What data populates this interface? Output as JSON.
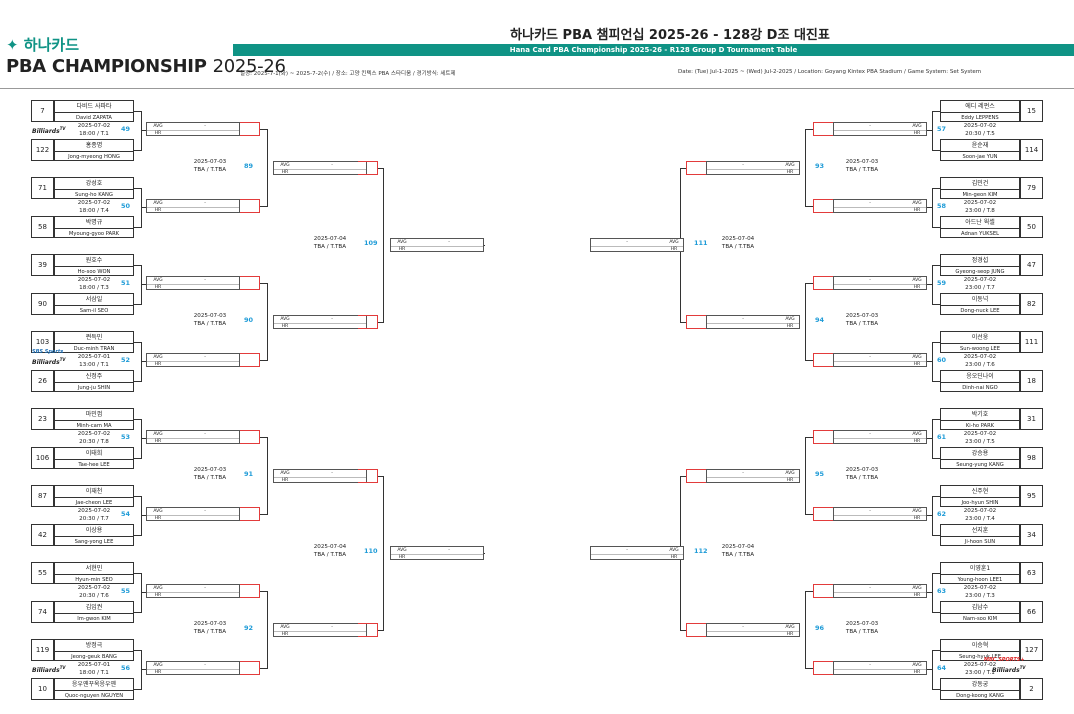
{
  "header": {
    "title": "하나카드 PBA 챔피언십 2025-26 - 128강 D조 대진표",
    "subtitle": "Hana Card PBA Championship 2025-26 - R128 Group D Tournament Table",
    "brand_kr": "하나카드",
    "brand_en": "PBA CHAMPIONSHIP",
    "brand_year": "2025-26",
    "info_kr": "일정: 2025-7-1(화) ~ 2025-7-2(수) / 장소: 고양 킨텍스 PBA 스타디움 / 경기방식: 세트제",
    "info_en": "Date: (Tue) Jul-1-2025 ~ (Wed) Jul-2-2025 / Location: Goyang Kintex PBA Stadium / Game System: Set System",
    "accent": "#0f9385",
    "match_no_color": "#1e9bd7",
    "winner_box_color": "#e23b3b"
  },
  "labels": {
    "avg": "AVG",
    "hr": "HR",
    "dash": "-",
    "tba": "TBA / T.TBA"
  },
  "logos": {
    "billiards": "Billiards",
    "tv": "TV",
    "sbs": "SBS Sports",
    "mbc": "MBC SPORTS+"
  },
  "left_matches": [
    {
      "no": "49",
      "date": "2025-07-02",
      "time": "18:00 / T.1",
      "logo": "billiards",
      "p1": {
        "seed": "7",
        "kr": "다비드 사파타",
        "en": "David ZAPATA"
      },
      "p2": {
        "seed": "122",
        "kr": "홍종명",
        "en": "Jong-myeong HONG"
      }
    },
    {
      "no": "50",
      "date": "2025-07-02",
      "time": "18:00 / T.4",
      "logo": "",
      "p1": {
        "seed": "71",
        "kr": "강성호",
        "en": "Sung-ho KANG"
      },
      "p2": {
        "seed": "58",
        "kr": "박명규",
        "en": "Myoung-gyoo PARK"
      }
    },
    {
      "no": "51",
      "date": "2025-07-02",
      "time": "18:00 / T.3",
      "logo": "",
      "p1": {
        "seed": "39",
        "kr": "원호수",
        "en": "Ho-soo WON"
      },
      "p2": {
        "seed": "90",
        "kr": "서삼일",
        "en": "Sam-il SEO"
      }
    },
    {
      "no": "52",
      "date": "2025-07-01",
      "time": "13:00 / T.1",
      "logo": "sbs",
      "p1": {
        "seed": "103",
        "kr": "쩐득민",
        "en": "Duc-minh TRAN"
      },
      "p2": {
        "seed": "26",
        "kr": "신정주",
        "en": "Jung-ju SHIN"
      }
    },
    {
      "no": "53",
      "date": "2025-07-02",
      "time": "20:30 / T.8",
      "logo": "",
      "p1": {
        "seed": "23",
        "kr": "마민껌",
        "en": "Minh-cam MA"
      },
      "p2": {
        "seed": "106",
        "kr": "이태희",
        "en": "Tae-hee LEE"
      }
    },
    {
      "no": "54",
      "date": "2025-07-02",
      "time": "20:30 / T.7",
      "logo": "",
      "p1": {
        "seed": "87",
        "kr": "이재천",
        "en": "Jae-cheon LEE"
      },
      "p2": {
        "seed": "42",
        "kr": "이상용",
        "en": "Sang-yong LEE"
      }
    },
    {
      "no": "55",
      "date": "2025-07-02",
      "time": "20:30 / T.6",
      "logo": "",
      "p1": {
        "seed": "55",
        "kr": "서현민",
        "en": "Hyun-min SEO"
      },
      "p2": {
        "seed": "74",
        "kr": "김임권",
        "en": "Im-gwon KIM"
      }
    },
    {
      "no": "56",
      "date": "2025-07-01",
      "time": "18:00 / T.1",
      "logo": "billiards",
      "p1": {
        "seed": "119",
        "kr": "방정극",
        "en": "Jeong-geuk BANG"
      },
      "p2": {
        "seed": "10",
        "kr": "응우옌꾸옥응우옌",
        "en": "Quoc-nguyen NGUYEN"
      }
    }
  ],
  "right_matches": [
    {
      "no": "57",
      "date": "2025-07-02",
      "time": "20:30 / T.5",
      "logo": "",
      "p1": {
        "seed": "15",
        "kr": "에디 레펀스",
        "en": "Eddy LEPPENS"
      },
      "p2": {
        "seed": "114",
        "kr": "윤순재",
        "en": "Soon-jae YUN"
      }
    },
    {
      "no": "58",
      "date": "2025-07-02",
      "time": "23:00 / T.8",
      "logo": "",
      "p1": {
        "seed": "79",
        "kr": "김민건",
        "en": "Min-geon KIM"
      },
      "p2": {
        "seed": "50",
        "kr": "아드난 윅셀",
        "en": "Adnan YUKSEL"
      }
    },
    {
      "no": "59",
      "date": "2025-07-02",
      "time": "23:00 / T.7",
      "logo": "",
      "p1": {
        "seed": "47",
        "kr": "정경섭",
        "en": "Gyeong-seop JUNG"
      },
      "p2": {
        "seed": "82",
        "kr": "이동넉",
        "en": "Dong-nuck LEE"
      }
    },
    {
      "no": "60",
      "date": "2025-07-02",
      "time": "23:00 / T.6",
      "logo": "",
      "p1": {
        "seed": "111",
        "kr": "이선웅",
        "en": "Sun-woong LEE"
      },
      "p2": {
        "seed": "18",
        "kr": "응오딘나이",
        "en": "Dinh-nai NGO"
      }
    },
    {
      "no": "61",
      "date": "2025-07-02",
      "time": "23:00 / T.5",
      "logo": "",
      "p1": {
        "seed": "31",
        "kr": "박기호",
        "en": "Ki-ho PARK"
      },
      "p2": {
        "seed": "98",
        "kr": "강승용",
        "en": "Seung-yung KANG"
      }
    },
    {
      "no": "62",
      "date": "2025-07-02",
      "time": "23:00 / T.4",
      "logo": "",
      "p1": {
        "seed": "95",
        "kr": "신주현",
        "en": "Joo-hyun SHIN"
      },
      "p2": {
        "seed": "34",
        "kr": "선지훈",
        "en": "Ji-hoon SUN"
      }
    },
    {
      "no": "63",
      "date": "2025-07-02",
      "time": "23:00 / T.3",
      "logo": "",
      "p1": {
        "seed": "63",
        "kr": "이영훈1",
        "en": "Young-hoon LEE1"
      },
      "p2": {
        "seed": "66",
        "kr": "김남수",
        "en": "Nam-soo KIM"
      }
    },
    {
      "no": "64",
      "date": "2025-07-02",
      "time": "23:00 / T.1",
      "logo": "mbc",
      "p1": {
        "seed": "127",
        "kr": "이승혁",
        "en": "Seung-hyuk LEE"
      },
      "p2": {
        "seed": "2",
        "kr": "강동궁",
        "en": "Dong-koong KANG"
      }
    }
  ],
  "left_r2": [
    {
      "no": "89",
      "date": "2025-07-03"
    },
    {
      "no": "90",
      "date": "2025-07-03"
    },
    {
      "no": "91",
      "date": "2025-07-03"
    },
    {
      "no": "92",
      "date": "2025-07-03"
    }
  ],
  "right_r2": [
    {
      "no": "93",
      "date": "2025-07-03"
    },
    {
      "no": "94",
      "date": "2025-07-03"
    },
    {
      "no": "95",
      "date": "2025-07-03"
    },
    {
      "no": "96",
      "date": "2025-07-03"
    }
  ],
  "left_r3": [
    {
      "no": "109",
      "date": "2025-07-04"
    },
    {
      "no": "110",
      "date": "2025-07-04"
    }
  ],
  "right_r3": [
    {
      "no": "111",
      "date": "2025-07-04"
    },
    {
      "no": "112",
      "date": "2025-07-04"
    }
  ]
}
